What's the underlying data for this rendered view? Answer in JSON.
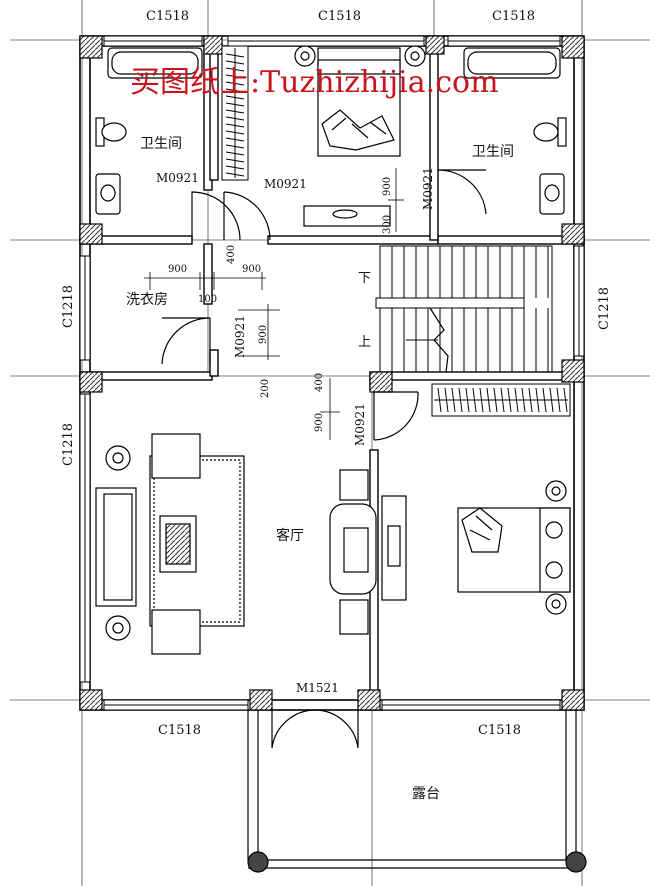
{
  "window_labels": {
    "top_left": "C1518",
    "top_center": "C1518",
    "top_right": "C1518",
    "left_upper": "C1218",
    "left_lower": "C1218",
    "right_mid": "C1218",
    "bottom_left": "C1518",
    "bottom_right": "C1518"
  },
  "door_labels": {
    "bath_left_door": "M0921",
    "bedroom_top_door": "M0921",
    "bath_right_door": "M0921",
    "laundry_door": "M0921",
    "bedroom_right_door": "M0921",
    "main_door": "M1521"
  },
  "rooms": {
    "bath_left": "卫生间",
    "bath_right": "卫生间",
    "laundry": "洗衣房",
    "living": "客厅",
    "terrace": "露台"
  },
  "stairs": {
    "down": "下",
    "up": "上"
  },
  "dimensions": {
    "d900_a": "900",
    "d900_b": "900",
    "d100": "100",
    "d400_top": "400",
    "d900_v_laundry": "900",
    "d200": "200",
    "d400_mid": "400",
    "d900_v_living": "900",
    "d900_v_bed": "900",
    "d300": "300"
  },
  "watermark": "买图纸上:Tuzhizhijia.com"
}
